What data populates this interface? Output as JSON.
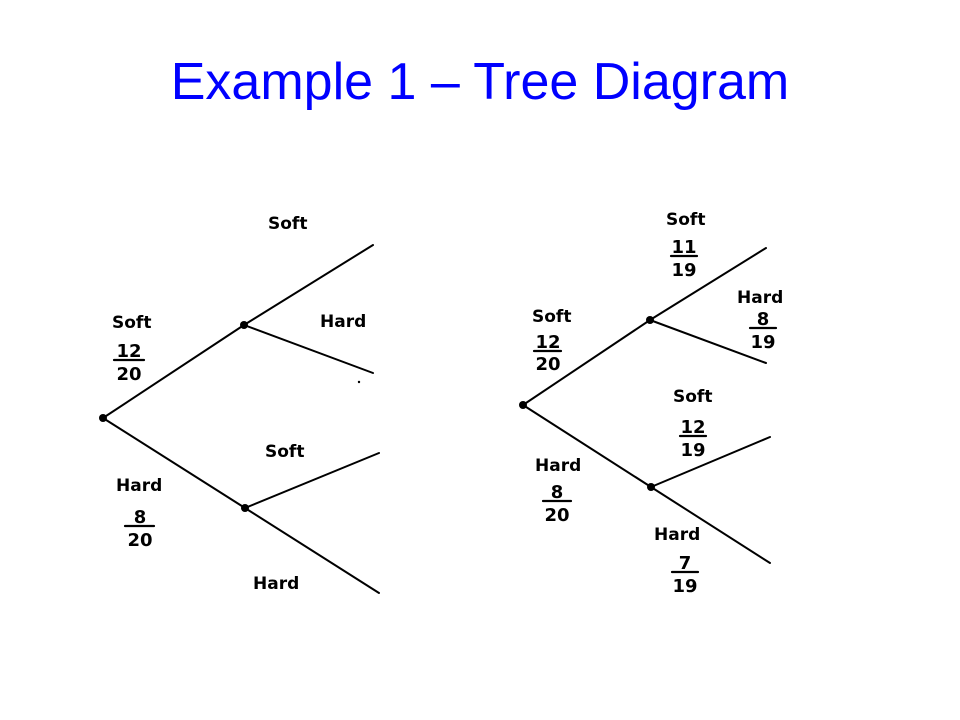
{
  "title": "Example 1 – Tree Diagram",
  "left_tree": {
    "first_soft_label": "Soft",
    "first_soft_prob": {
      "num": "12",
      "den": "20"
    },
    "first_hard_label": "Hard",
    "first_hard_prob": {
      "num": "8",
      "den": "20"
    },
    "soft_then_soft_label": "Soft",
    "soft_then_hard_label": "Hard",
    "hard_then_soft_label": "Soft",
    "hard_then_hard_label": "Hard"
  },
  "right_tree": {
    "first_soft_label": "Soft",
    "first_soft_prob": {
      "num": "12",
      "den": "20"
    },
    "first_hard_label": "Hard",
    "first_hard_prob": {
      "num": "8",
      "den": "20"
    },
    "soft_then_soft_label": "Soft",
    "soft_then_soft_prob": {
      "num": "11",
      "den": "19"
    },
    "soft_then_hard_label": "Hard",
    "soft_then_hard_prob": {
      "num": "8",
      "den": "19"
    },
    "hard_then_soft_label": "Soft",
    "hard_then_soft_prob": {
      "num": "12",
      "den": "19"
    },
    "hard_then_hard_label": "Hard",
    "hard_then_hard_prob": {
      "num": "7",
      "den": "19"
    }
  }
}
